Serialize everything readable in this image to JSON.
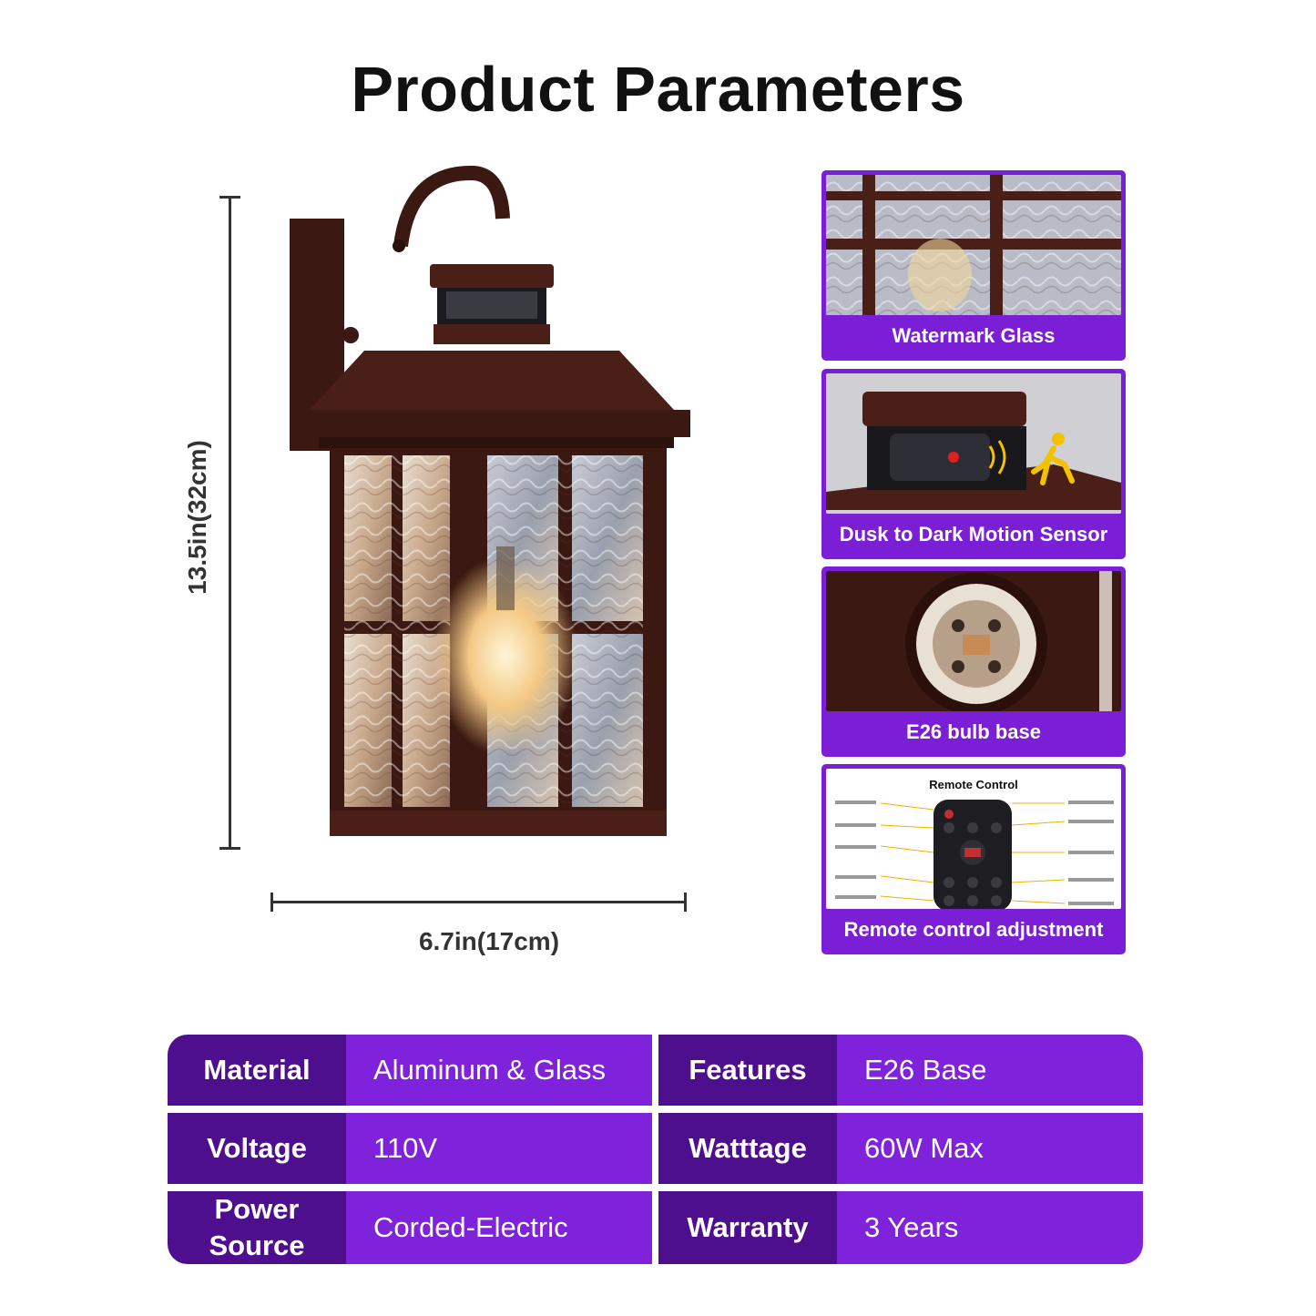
{
  "title": "Product Parameters",
  "dimensions": {
    "height_label": "13.5in(32cm)",
    "width_label": "6.7in(17cm)"
  },
  "colors": {
    "accent": "#7a1fd6",
    "key_cell": "#4e0f8e",
    "value_cell": "#7f22dc",
    "lamp_body": "#4a1f18"
  },
  "features": [
    {
      "caption": "Watermark Glass"
    },
    {
      "caption": "Dusk to Dark Motion Sensor"
    },
    {
      "caption": "E26 bulb base"
    },
    {
      "caption": "Remote control adjustment",
      "remote_title": "Remote Control"
    }
  ],
  "specs": [
    {
      "key1": "Material",
      "val1": "Aluminum & Glass",
      "key2": "Features",
      "val2": "E26 Base"
    },
    {
      "key1": "Voltage",
      "val1": "110V",
      "key2": "Watttage",
      "val2": "60W Max"
    },
    {
      "key1": "Power\nSource",
      "val1": "Corded-Electric",
      "key2": "Warranty",
      "val2": "3 Years"
    }
  ]
}
